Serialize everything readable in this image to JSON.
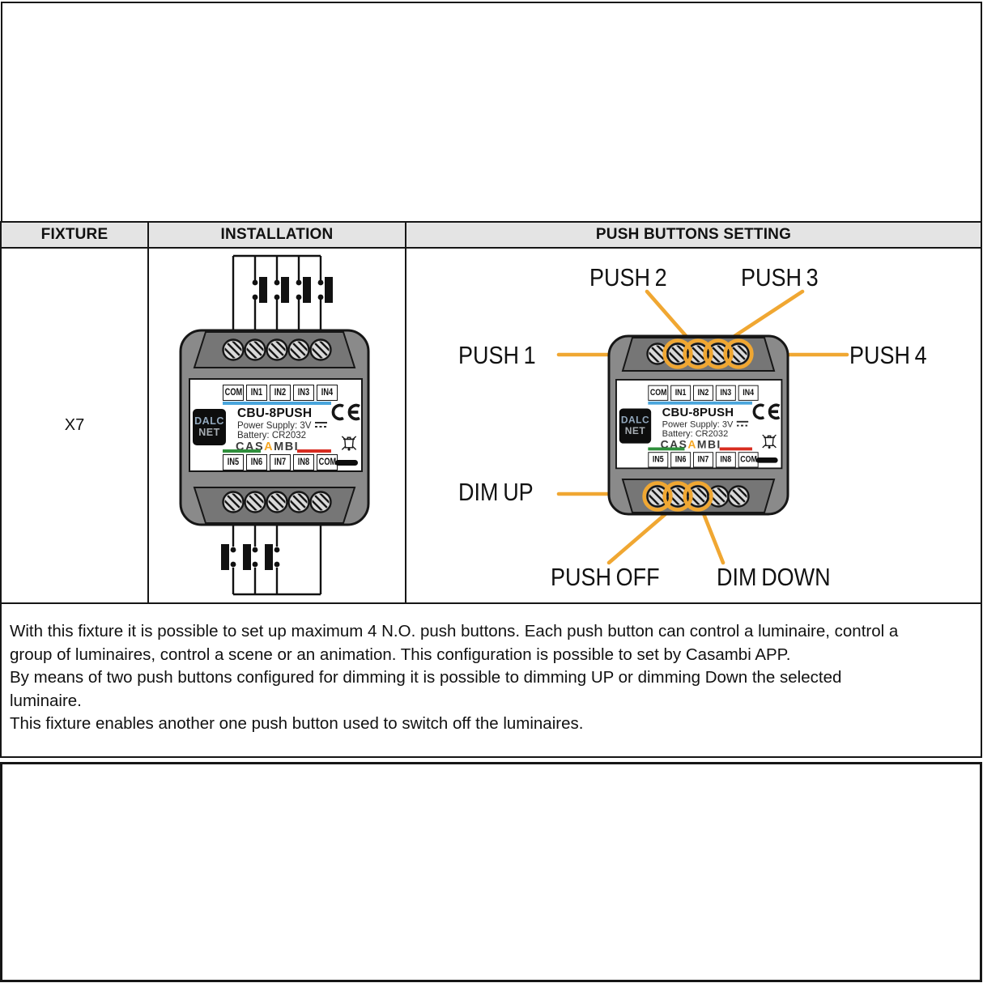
{
  "header": {
    "fixture": "FIXTURE",
    "installation": "INSTALLATION",
    "push_buttons_setting": "PUSH BUTTONS SETTING"
  },
  "fixture": {
    "model": "X7"
  },
  "device_label": {
    "top_terminals": [
      "COM",
      "IN1",
      "IN2",
      "IN3",
      "IN4"
    ],
    "bottom_terminals": [
      "IN5",
      "IN6",
      "IN7",
      "IN8",
      "COM"
    ],
    "model": "CBU-8PUSH",
    "power_supply": "Power Supply: 3V",
    "battery": "Battery: CR2032",
    "brand_top": "DALC",
    "brand_bottom": "NET",
    "casambi_pre": "CAS",
    "casambi_a": "A",
    "casambi_post": "MBI",
    "ce_mark": "CE"
  },
  "annotations": {
    "push1": "PUSH 1",
    "push2": "PUSH 2",
    "push3": "PUSH 3",
    "push4": "PUSH 4",
    "dim_up": "DIM UP",
    "push_off": "PUSH OFF",
    "dim_down": "DIM DOWN"
  },
  "description": {
    "lines": [
      "With this fixture it is possible to set up maximum 4 N.O. push buttons. Each push button can control a luminaire, control a",
      "group of luminaires, control a scene or an animation. This configuration is possible to set by Casambi APP.",
      "By means of two push buttons configured for dimming it is possible to dimming UP or dimming Down the selected",
      "luminaire.",
      "This fixture enables another one push button used to switch off the luminaires."
    ]
  },
  "colors": {
    "annotation_orange": "#F0A732",
    "terminal_stripe_blue": "#49A5DC",
    "terminal_stripe_green": "#2F8F3C",
    "terminal_stripe_red": "#D82C20",
    "casambi_orange": "#F5A623",
    "header_bg": "#E4E4E4",
    "device_gray": "#8A8A8A",
    "device_cap_gray": "#767676"
  }
}
